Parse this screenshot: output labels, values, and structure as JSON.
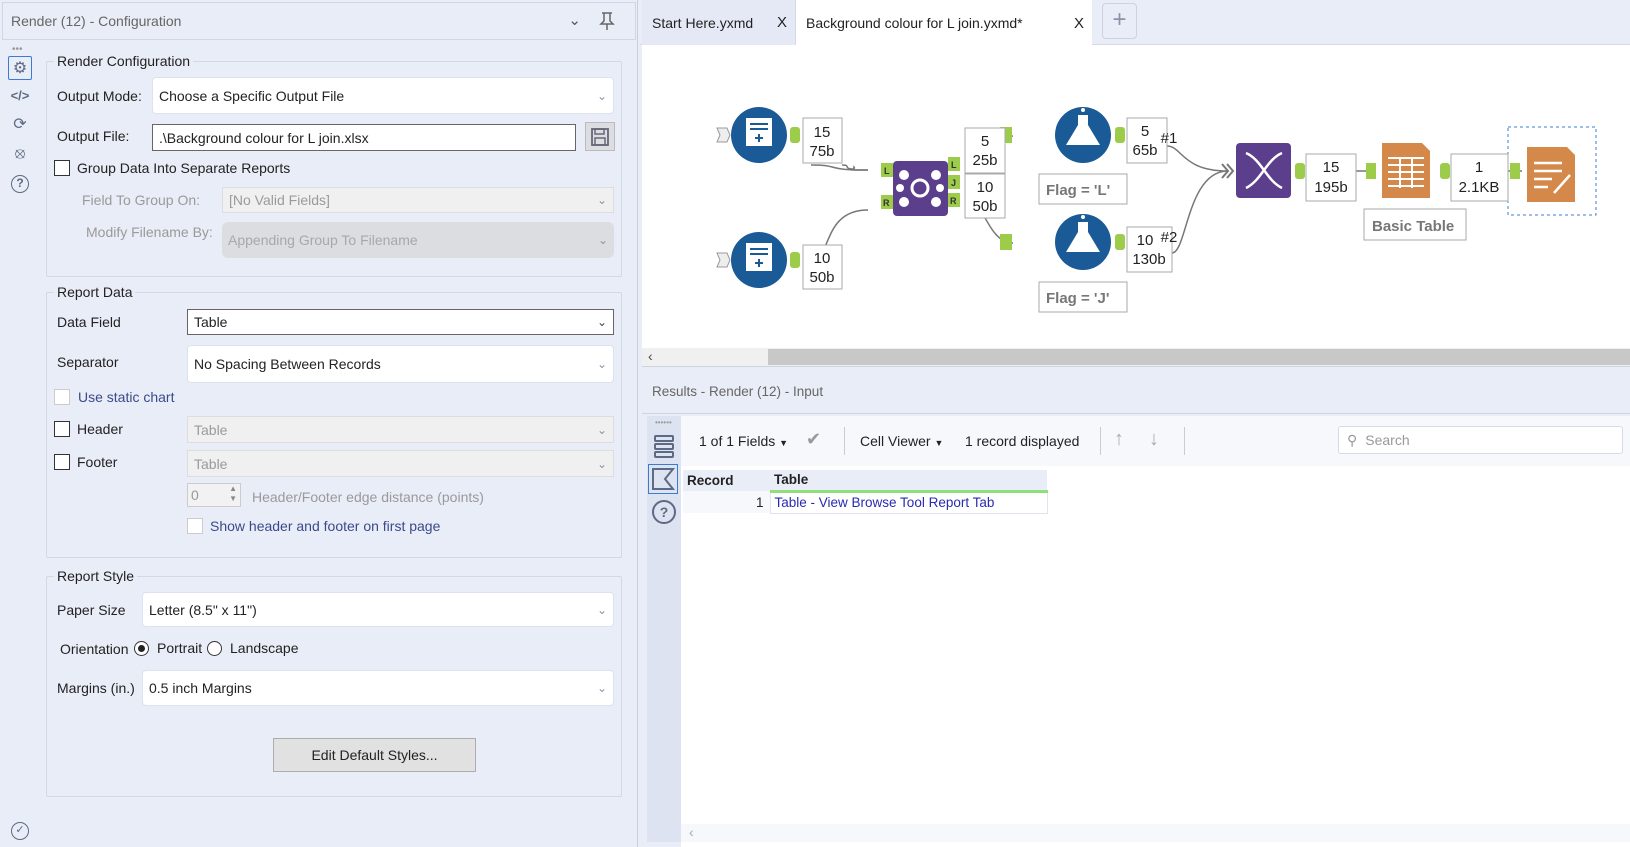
{
  "config_panel": {
    "title": "Render (12) - Configuration",
    "side_icons": [
      "gear-icon",
      "code-icon",
      "annotation-icon",
      "tag-icon",
      "help-icon"
    ],
    "render_configuration": {
      "legend": "Render Configuration",
      "output_mode_label": "Output Mode:",
      "output_mode_value": "Choose a Specific Output File",
      "output_file_label": "Output File:",
      "output_file_value": ".\\Background colour for L join.xlsx",
      "group_data_label": "Group Data Into Separate Reports",
      "group_data_checked": false,
      "field_to_group_label": "Field To Group On:",
      "field_to_group_value": "[No Valid Fields]",
      "modify_filename_label": "Modify Filename By:",
      "modify_filename_value": "Appending Group To Filename"
    },
    "report_data": {
      "legend": "Report Data",
      "data_field_label": "Data Field",
      "data_field_value": "Table",
      "separator_label": "Separator",
      "separator_value": "No Spacing Between Records",
      "static_chart_label": "Use static chart",
      "header_label": "Header",
      "header_value": "Table",
      "footer_label": "Footer",
      "footer_value": "Table",
      "edge_distance_value": "0",
      "edge_distance_label": "Header/Footer edge distance (points)",
      "show_first_page_label": "Show header and footer on first page"
    },
    "report_style": {
      "legend": "Report Style",
      "paper_size_label": "Paper Size",
      "paper_size_value": "Letter (8.5\" x 11\")",
      "orientation_label": "Orientation",
      "portrait_label": "Portrait",
      "landscape_label": "Landscape",
      "orientation_selected": "Portrait",
      "margins_label": "Margins (in.)",
      "margins_value": "0.5 inch Margins",
      "edit_styles_label": "Edit Default Styles..."
    }
  },
  "tabs": [
    {
      "label": "Start Here.yxmd",
      "close": "X",
      "active": false
    },
    {
      "label": "Background colour for L join.yxmd*",
      "close": "X",
      "active": true
    }
  ],
  "new_tab": "+",
  "workflow": {
    "counts": {
      "input1": [
        "15",
        "75b"
      ],
      "input2": [
        "10",
        "50b"
      ],
      "join_l": [
        "5",
        "25b"
      ],
      "join_j": [
        "10",
        "50b"
      ],
      "formula1": [
        "5",
        "65b"
      ],
      "formula2": [
        "10",
        "130b"
      ],
      "union": [
        "15",
        "195b"
      ],
      "table": [
        "1",
        "2.1KB"
      ]
    },
    "join_anchors": {
      "in_left": "L",
      "in_right": "R",
      "out_left": "L",
      "out_join": "J",
      "out_right": "R"
    },
    "union_tags": [
      "#1",
      "#2"
    ],
    "formula1_label": "Flag = 'L'",
    "formula2_label": "Flag = 'J'",
    "table_label": "Basic Table",
    "colors": {
      "input": "#1a5a96",
      "join": "#5b3f8c",
      "union": "#5b3f8c",
      "reporting": "#d4894a",
      "anchor": "#9ccc4a"
    }
  },
  "results": {
    "title": "Results - Render (12) - Input",
    "fields_label": "1 of 1 Fields",
    "cell_viewer_label": "Cell Viewer",
    "records_label": "1 record displayed",
    "search_placeholder": "Search",
    "columns": [
      "Record",
      "Table"
    ],
    "rows": [
      [
        "1",
        "Table - View Browse Tool Report Tab"
      ]
    ]
  }
}
